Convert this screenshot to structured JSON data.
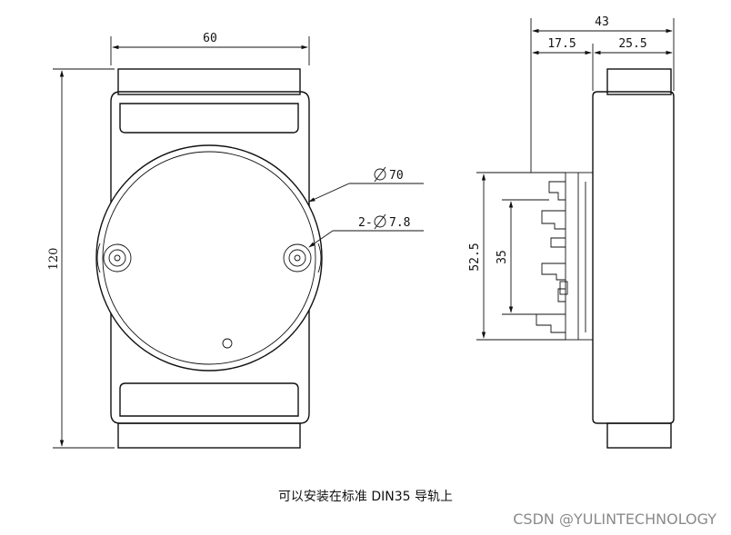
{
  "front_view": {
    "width_label": "60",
    "height_label": "120",
    "circle_diameter_label": "70",
    "hole_label_prefix": "2-",
    "hole_label_value": "7.8"
  },
  "side_view": {
    "total_width_label": "43",
    "left_segment_label": "17.5",
    "right_segment_label": "25.5",
    "rail_outer_label": "52.5",
    "rail_inner_label": "35"
  },
  "caption": "可以安装在标准 DIN35 导轨上",
  "watermark": "CSDN @YULINTECHNOLOGY"
}
